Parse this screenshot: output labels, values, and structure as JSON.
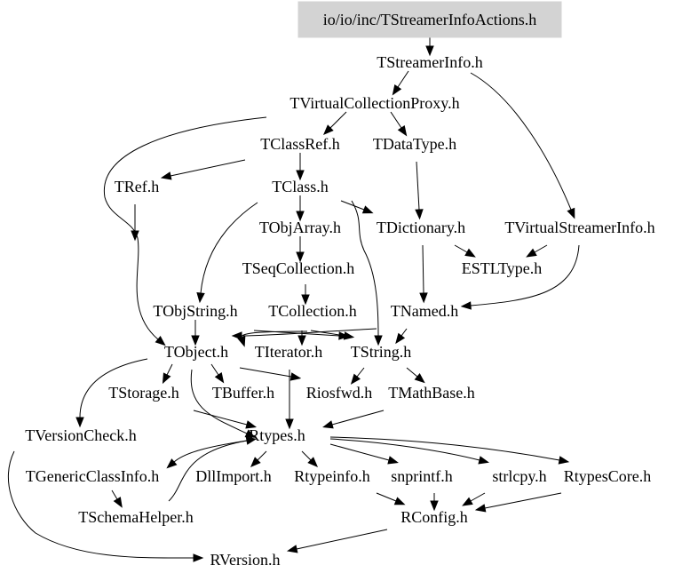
{
  "graph": {
    "root": "io/io/inc/TStreamerInfoActions.h",
    "nodes": [
      {
        "id": "root",
        "label": "io/io/inc/TStreamerInfoActions.h",
        "highlighted": true
      },
      {
        "id": "TStreamerInfo",
        "label": "TStreamerInfo.h"
      },
      {
        "id": "TVirtualCollectionProxy",
        "label": "TVirtualCollectionProxy.h"
      },
      {
        "id": "TClassRef",
        "label": "TClassRef.h"
      },
      {
        "id": "TDataType",
        "label": "TDataType.h"
      },
      {
        "id": "TRef",
        "label": "TRef.h"
      },
      {
        "id": "TClass",
        "label": "TClass.h"
      },
      {
        "id": "TObjArray",
        "label": "TObjArray.h"
      },
      {
        "id": "TDictionary",
        "label": "TDictionary.h"
      },
      {
        "id": "TVirtualStreamerInfo",
        "label": "TVirtualStreamerInfo.h"
      },
      {
        "id": "TSeqCollection",
        "label": "TSeqCollection.h"
      },
      {
        "id": "ESTLType",
        "label": "ESTLType.h"
      },
      {
        "id": "TObjString",
        "label": "TObjString.h"
      },
      {
        "id": "TCollection",
        "label": "TCollection.h"
      },
      {
        "id": "TNamed",
        "label": "TNamed.h"
      },
      {
        "id": "TObject",
        "label": "TObject.h"
      },
      {
        "id": "TIterator",
        "label": "TIterator.h"
      },
      {
        "id": "TString",
        "label": "TString.h"
      },
      {
        "id": "TStorage",
        "label": "TStorage.h"
      },
      {
        "id": "TBuffer",
        "label": "TBuffer.h"
      },
      {
        "id": "Riosfwd",
        "label": "Riosfwd.h"
      },
      {
        "id": "TMathBase",
        "label": "TMathBase.h"
      },
      {
        "id": "TVersionCheck",
        "label": "TVersionCheck.h"
      },
      {
        "id": "Rtypes",
        "label": "Rtypes.h"
      },
      {
        "id": "TGenericClassInfo",
        "label": "TGenericClassInfo.h"
      },
      {
        "id": "DllImport",
        "label": "DllImport.h"
      },
      {
        "id": "Rtypeinfo",
        "label": "Rtypeinfo.h"
      },
      {
        "id": "snprintf",
        "label": "snprintf.h"
      },
      {
        "id": "strlcpy",
        "label": "strlcpy.h"
      },
      {
        "id": "RtypesCore",
        "label": "RtypesCore.h"
      },
      {
        "id": "TSchemaHelper",
        "label": "TSchemaHelper.h"
      },
      {
        "id": "RConfig",
        "label": "RConfig.h"
      },
      {
        "id": "RVersion",
        "label": "RVersion.h"
      }
    ],
    "edges": [
      [
        "root",
        "TStreamerInfo"
      ],
      [
        "TStreamerInfo",
        "TVirtualCollectionProxy"
      ],
      [
        "TStreamerInfo",
        "TVirtualStreamerInfo"
      ],
      [
        "TVirtualCollectionProxy",
        "TClassRef"
      ],
      [
        "TVirtualCollectionProxy",
        "TDataType"
      ],
      [
        "TVirtualCollectionProxy",
        "TObject"
      ],
      [
        "TClassRef",
        "TRef"
      ],
      [
        "TClassRef",
        "TClass"
      ],
      [
        "TRef",
        "TObject"
      ],
      [
        "TClass",
        "TObjArray"
      ],
      [
        "TClass",
        "TDictionary"
      ],
      [
        "TClass",
        "TObjString"
      ],
      [
        "TClass",
        "TString"
      ],
      [
        "TDataType",
        "TDictionary"
      ],
      [
        "TDictionary",
        "ESTLType"
      ],
      [
        "TDictionary",
        "TNamed"
      ],
      [
        "TVirtualStreamerInfo",
        "ESTLType"
      ],
      [
        "TVirtualStreamerInfo",
        "TNamed"
      ],
      [
        "TObjArray",
        "TSeqCollection"
      ],
      [
        "TSeqCollection",
        "TCollection"
      ],
      [
        "TObjString",
        "TObject"
      ],
      [
        "TObjString",
        "TString"
      ],
      [
        "TCollection",
        "TObject"
      ],
      [
        "TCollection",
        "TIterator"
      ],
      [
        "TCollection",
        "TString"
      ],
      [
        "TNamed",
        "TObject"
      ],
      [
        "TNamed",
        "TString"
      ],
      [
        "TObject",
        "TStorage"
      ],
      [
        "TObject",
        "TBuffer"
      ],
      [
        "TObject",
        "Riosfwd"
      ],
      [
        "TObject",
        "Rtypes"
      ],
      [
        "TObject",
        "TVersionCheck"
      ],
      [
        "TIterator",
        "Rtypes"
      ],
      [
        "TString",
        "Riosfwd"
      ],
      [
        "TString",
        "TMathBase"
      ],
      [
        "TStorage",
        "Rtypes"
      ],
      [
        "TMathBase",
        "Rtypes"
      ],
      [
        "TVersionCheck",
        "RVersion"
      ],
      [
        "Rtypes",
        "TGenericClassInfo"
      ],
      [
        "Rtypes",
        "DllImport"
      ],
      [
        "Rtypes",
        "Rtypeinfo"
      ],
      [
        "Rtypes",
        "snprintf"
      ],
      [
        "Rtypes",
        "strlcpy"
      ],
      [
        "Rtypes",
        "RtypesCore"
      ],
      [
        "TGenericClassInfo",
        "TSchemaHelper"
      ],
      [
        "TSchemaHelper",
        "Rtypes"
      ],
      [
        "Rtypeinfo",
        "RConfig"
      ],
      [
        "snprintf",
        "RConfig"
      ],
      [
        "strlcpy",
        "RConfig"
      ],
      [
        "RtypesCore",
        "RConfig"
      ],
      [
        "RConfig",
        "RVersion"
      ]
    ]
  }
}
